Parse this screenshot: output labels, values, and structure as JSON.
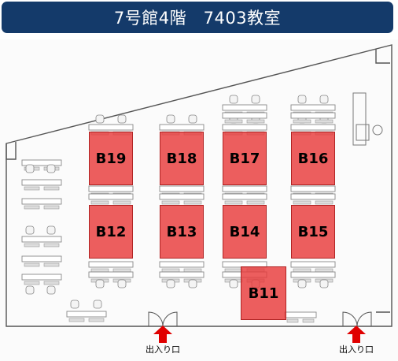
{
  "header": {
    "title": "7号館4階　7403教室"
  },
  "booths": [
    {
      "id": "B19"
    },
    {
      "id": "B18"
    },
    {
      "id": "B17"
    },
    {
      "id": "B16"
    },
    {
      "id": "B12"
    },
    {
      "id": "B13"
    },
    {
      "id": "B14"
    },
    {
      "id": "B15"
    },
    {
      "id": "B11"
    }
  ],
  "entrances": [
    {
      "label": "出入り口"
    },
    {
      "label": "出入り口"
    }
  ],
  "colors": {
    "header_bg": "#143a6a",
    "booth_fill": "#e83a3a",
    "arrow": "#e00000"
  },
  "icons": [
    "entrance-arrow-icon",
    "door-swing-icon",
    "desk-icon",
    "chair-icon"
  ]
}
